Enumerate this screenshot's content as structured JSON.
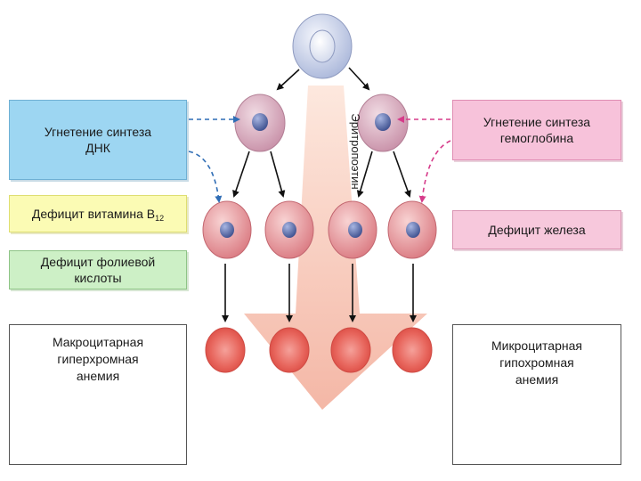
{
  "labels": {
    "dna_inhibition": [
      "Угнетение синтеза",
      "ДНК"
    ],
    "hemoglobin_inhibition": [
      "Угнетение синтеза",
      "гемоглобина"
    ],
    "b12_deficiency": {
      "text": "Дефицит витамина В",
      "sub": "12"
    },
    "iron_deficiency": "Дефицит железа",
    "folic_deficiency": [
      "Дефицит фолиевой",
      "кислоты"
    ],
    "erythropoietin": "Эритропоэтин",
    "macrocytic_anemia": [
      "Макроцитарная",
      "гиперхромная",
      "анемия"
    ],
    "microcytic_anemia": [
      "Микроцитарная",
      "гипохромная",
      "анемия"
    ]
  },
  "colors": {
    "stem_cell": "#c9d3ea",
    "progenitor_cell": "#d6aec0",
    "nucleus": "#5e72b0",
    "erythrocyte": "#e66a6a",
    "macrocyte": "#e0413a",
    "microcyte": "#f3c6bc",
    "dna_arrow": "#2f6db5",
    "hemoglobin_arrow": "#d63b8a",
    "central_arrow": "#f7c6b4"
  }
}
